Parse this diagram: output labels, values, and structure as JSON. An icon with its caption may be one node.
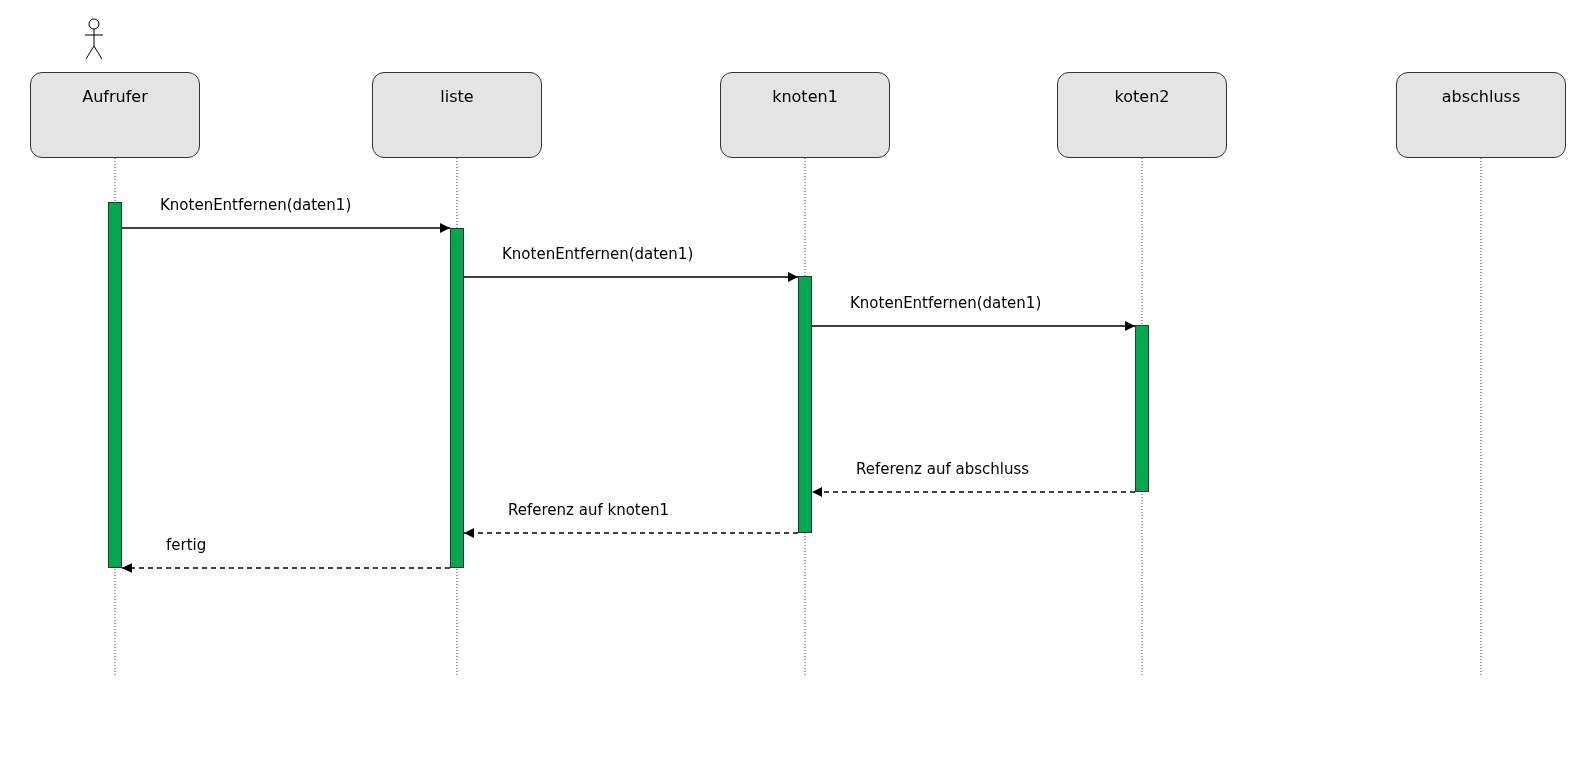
{
  "diagram": {
    "nodes": [
      {
        "text": [
          "Aufrufer"
        ]
      },
      {
        "text": [
          "liste"
        ]
      },
      {
        "text": [
          "knoten1"
        ]
      },
      {
        "text": [
          "koten2"
        ]
      },
      {
        "text": [
          "abschluss"
        ]
      },
      {
        "text": [],
        "shape": "bar"
      },
      {
        "text": [],
        "shape": "bar"
      },
      {
        "text": [],
        "shape": "bar"
      },
      {
        "text": [],
        "shape": "bar"
      }
    ],
    "edges": [
      {
        "from": 5,
        "to": 6,
        "arrow": "to",
        "label": "KnotenEntfernen(daten1)"
      },
      {
        "from": 6,
        "to": 7,
        "arrow": "to",
        "label": "KnotenEntfernen(daten1)"
      },
      {
        "from": 7,
        "to": 8,
        "arrow": "to",
        "label": "KnotenEntfernen(daten1)"
      },
      {
        "from": 8,
        "to": 7,
        "arrow": "to",
        "label": "Referenz auf abschluss",
        "style": "dashed"
      },
      {
        "from": 7,
        "to": 6,
        "arrow": "to",
        "label": "Referenz auf knoten1",
        "style": "dashed"
      },
      {
        "from": 6,
        "to": 5,
        "arrow": "to",
        "label": "fertig",
        "style": "dashed"
      }
    ]
  }
}
